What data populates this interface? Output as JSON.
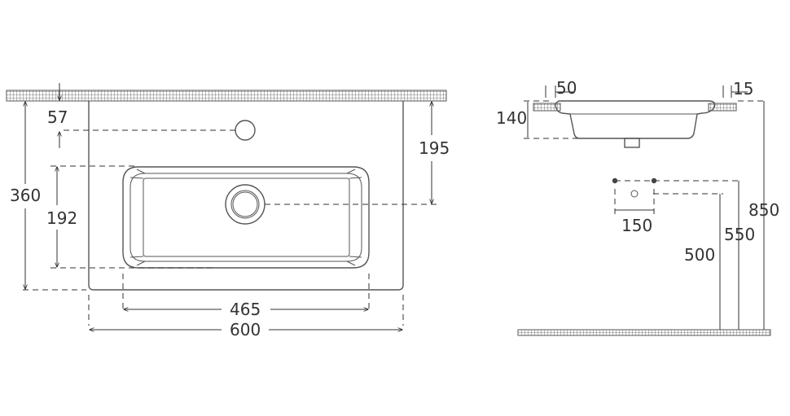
{
  "front_view": {
    "depth_top_offset": "57",
    "overall_depth": "360",
    "basin_inner_depth": "192",
    "tap_to_drain": "195",
    "basin_width": "465",
    "overall_width": "600"
  },
  "side_view": {
    "lip_left": "50",
    "lip_right": "15",
    "basin_height": "140",
    "waste_spacing": "150",
    "floor_to_top": "850",
    "floor_to_inlets": "550",
    "floor_to_waste": "500"
  },
  "colors": {
    "line": "#333333",
    "countertop_pattern": "#555555"
  }
}
